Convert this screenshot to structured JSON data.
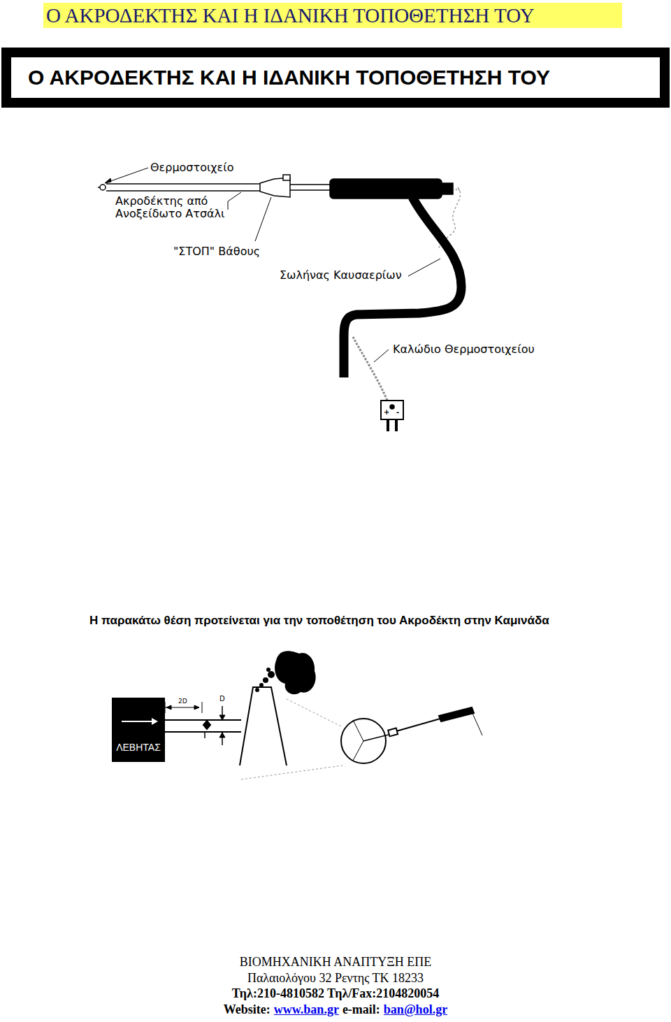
{
  "diagram": {
    "title": "Ο ΑΚΡΟΔΕΚΤΗΣ ΚΑΙ Η ΙΔΑΝΙΚΗ ΤΟΠΟΘΕΤΗΣΗ ΤΟΥ",
    "nodes": [
      {
        "text": [
          "Ο ΑΚΡΟΔΕΚΤΗΣ ΚΑΙ Η ΙΔΑΝΙΚΗ ΤΟΠΟΘΕΤΗΣΗ ΤΟΥ"
        ]
      },
      {
        "text": [
          "ΛΕΒΗΤΑΣ"
        ]
      }
    ],
    "labels": [
      "Θερμοστοιχείο",
      "Ακροδέκτης από Ανοξείδωτο Ατσάλι",
      "\"ΣΤΟΠ\" Βάθους",
      "Σωλήνας Καυσαερίων",
      "Καλώδιο Θερμοστοιχείου",
      "+",
      "-",
      "Η παρακάτω θέση προτείνεται για την τοποθέτηση του Ακροδέκτη στην Καμινάδα",
      "2D",
      "D",
      "ΒΙΟΜΗΧΑΝΙΚΗ ΑΝΑΠΤΥΞΗ ΕΠΕ",
      "Παλαιολόγου 32 Ρεντης ΤΚ 18233",
      "Τηλ:210-4810582 Τηλ/Fax:2104820054",
      "Website:",
      "www.ban.gr",
      "e-mail:",
      "ban@hol.gr"
    ]
  }
}
